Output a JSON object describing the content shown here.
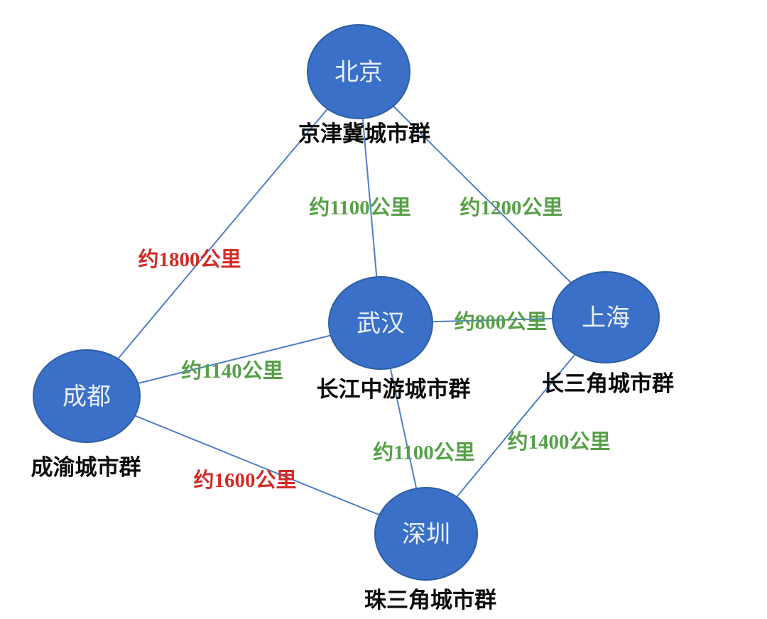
{
  "diagram": {
    "description": "Network diagram of major Chinese city clusters and approximate distances between their core cities",
    "colors": {
      "node_fill": "#3A70C8",
      "node_border": "#2E5FA3",
      "edge_line": "#4E7EC9",
      "distance_green": "#57A048",
      "distance_red": "#D22B26",
      "cluster_label": "#0b0b0b",
      "city_label": "#E9EFF9",
      "background": "#ffffff"
    },
    "nodes": [
      {
        "id": "beijing",
        "city": "北京",
        "cluster": "京津冀城市群"
      },
      {
        "id": "wuhan",
        "city": "武汉",
        "cluster": "长江中游城市群"
      },
      {
        "id": "shanghai",
        "city": "上海",
        "cluster": "长三角城市群"
      },
      {
        "id": "chengdu",
        "city": "成都",
        "cluster": "成渝城市群"
      },
      {
        "id": "shenzhen",
        "city": "深圳",
        "cluster": "珠三角城市群"
      }
    ],
    "edges": [
      {
        "from": "北京",
        "to": "武汉",
        "label": "约1100公里",
        "color": "#57A048"
      },
      {
        "from": "北京",
        "to": "上海",
        "label": "约1200公里",
        "color": "#57A048"
      },
      {
        "from": "北京",
        "to": "成都",
        "label": "约1800公里",
        "color": "#D22B26"
      },
      {
        "from": "成都",
        "to": "武汉",
        "label": "约1140公里",
        "color": "#57A048"
      },
      {
        "from": "武汉",
        "to": "上海",
        "label": "约800公里",
        "color": "#57A048"
      },
      {
        "from": "成都",
        "to": "深圳",
        "label": "约1600公里",
        "color": "#D22B26"
      },
      {
        "from": "武汉",
        "to": "深圳",
        "label": "约1100公里",
        "color": "#57A048"
      },
      {
        "from": "上海",
        "to": "深圳",
        "label": "约1400公里",
        "color": "#57A048"
      }
    ]
  }
}
